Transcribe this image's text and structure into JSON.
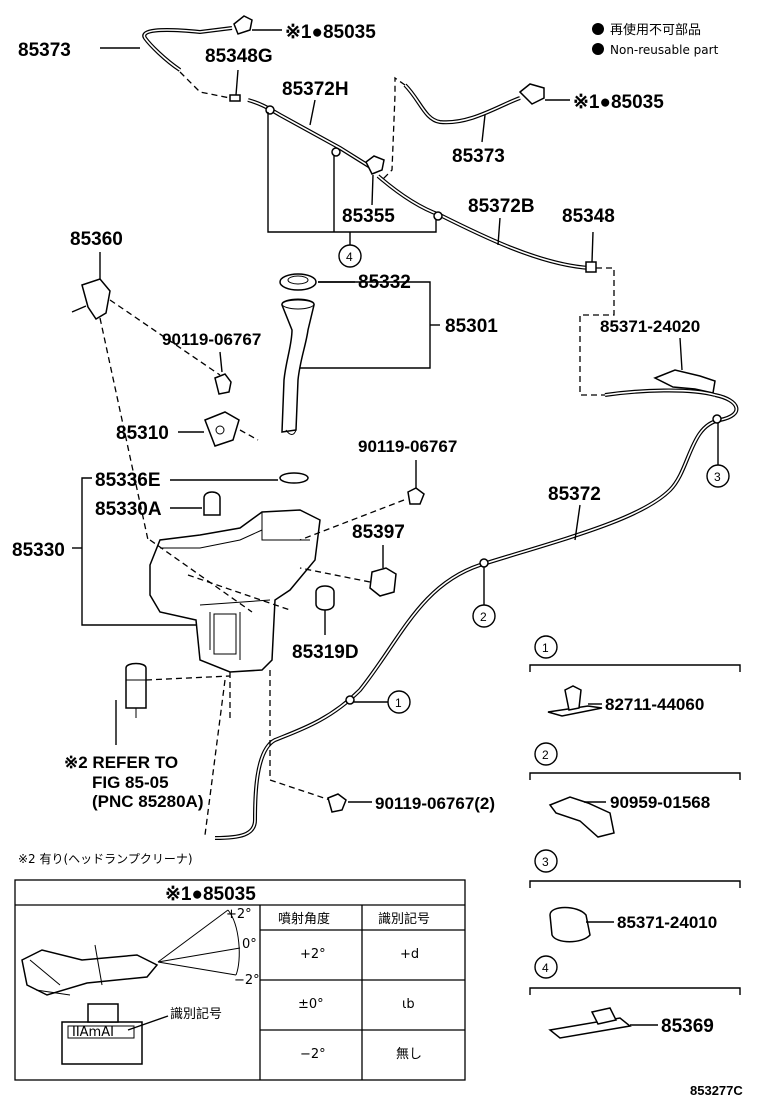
{
  "legend": {
    "jp": "再使用不可部品",
    "en": "Non-reusable part"
  },
  "parts": {
    "p85373a": "85373",
    "p85035a": "※1●85035",
    "p85348G": "85348G",
    "p85372H": "85372H",
    "p85035b": "※1●85035",
    "p85373b": "85373",
    "p85355": "85355",
    "p85372B": "85372B",
    "p85348": "85348",
    "p85360": "85360",
    "p85332": "85332",
    "p85301": "85301",
    "p90119a": "90119-06767",
    "p85371_24020": "85371-24020",
    "p85310": "85310",
    "p90119b": "90119-06767",
    "p85336E": "85336E",
    "p85330A": "85330A",
    "p85372": "85372",
    "p85330": "85330",
    "p85397": "85397",
    "p85319D": "85319D",
    "p90119c": "90119-06767(2)"
  },
  "refer": {
    "line1": "※2 REFER TO",
    "line2": "FIG 85-05",
    "line3": "(PNC 85280A)"
  },
  "callouts": {
    "c1": "1",
    "c2": "2",
    "c3": "3",
    "c4": "4"
  },
  "detail": {
    "d1": "1",
    "d1_part": "82711-44060",
    "d2": "2",
    "d2_part": "90959-01568",
    "d3": "3",
    "d3_part": "85371-24010",
    "d4": "4",
    "d4_part": "85369"
  },
  "note2": "※2 有り(ヘッドランプクリーナ)",
  "table": {
    "title": "※1●85035",
    "col1_header": "噴射角度",
    "col2_header": "識別記号",
    "rows": [
      {
        "angle": "+2°",
        "mark": "+d"
      },
      {
        "angle": "±0°",
        "mark": "ɩb"
      },
      {
        "angle": "−2°",
        "mark": "無し"
      }
    ],
    "angle_plus2": "+2°",
    "angle_zero": "0°",
    "angle_minus2": "−2°",
    "id_label": "識別記号",
    "nozzle_mark": "IIAmAI"
  },
  "figure_id": "853277C"
}
